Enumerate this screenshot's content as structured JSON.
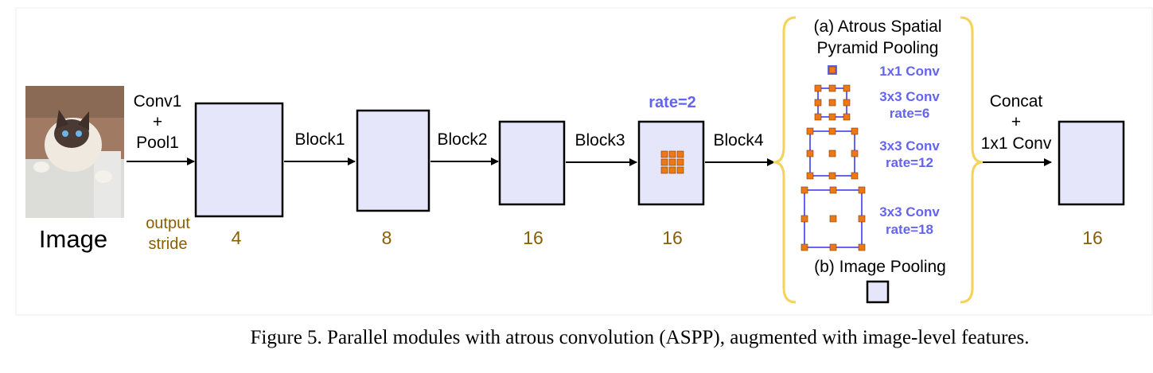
{
  "input_label": "Image",
  "output_stride_label": [
    "output",
    "stride"
  ],
  "stages": [
    {
      "op": [
        "Conv1",
        "+",
        "Pool1"
      ],
      "stride": "4"
    },
    {
      "op": [
        "Block1"
      ],
      "stride": "8"
    },
    {
      "op": [
        "Block2"
      ],
      "stride": "16"
    },
    {
      "op": [
        "Block3"
      ],
      "stride": "16"
    },
    {
      "op": [
        "Block4"
      ],
      "stride": ""
    }
  ],
  "rate_label": "rate=2",
  "aspp": {
    "title": [
      "(a) Atrous Spatial",
      "Pyramid Pooling"
    ],
    "branches": [
      {
        "lines": [
          "1x1 Conv"
        ]
      },
      {
        "lines": [
          "3x3 Conv",
          "rate=6"
        ]
      },
      {
        "lines": [
          "3x3 Conv",
          "rate=12"
        ]
      },
      {
        "lines": [
          "3x3 Conv",
          "rate=18"
        ]
      }
    ],
    "image_pooling": "(b) Image Pooling"
  },
  "concat_op": [
    "Concat",
    "+",
    "1x1 Conv"
  ],
  "final_stride": "16",
  "caption": "Figure 5. Parallel modules with atrous convolution (ASPP), augmented with image-level features.",
  "colors": {
    "feature_map": "#E6E6FA",
    "kernel_dot": "#F07814",
    "kernel_frame": "#6464F0",
    "brace": "#F5D25A",
    "stride_text": "#8B5E00"
  }
}
